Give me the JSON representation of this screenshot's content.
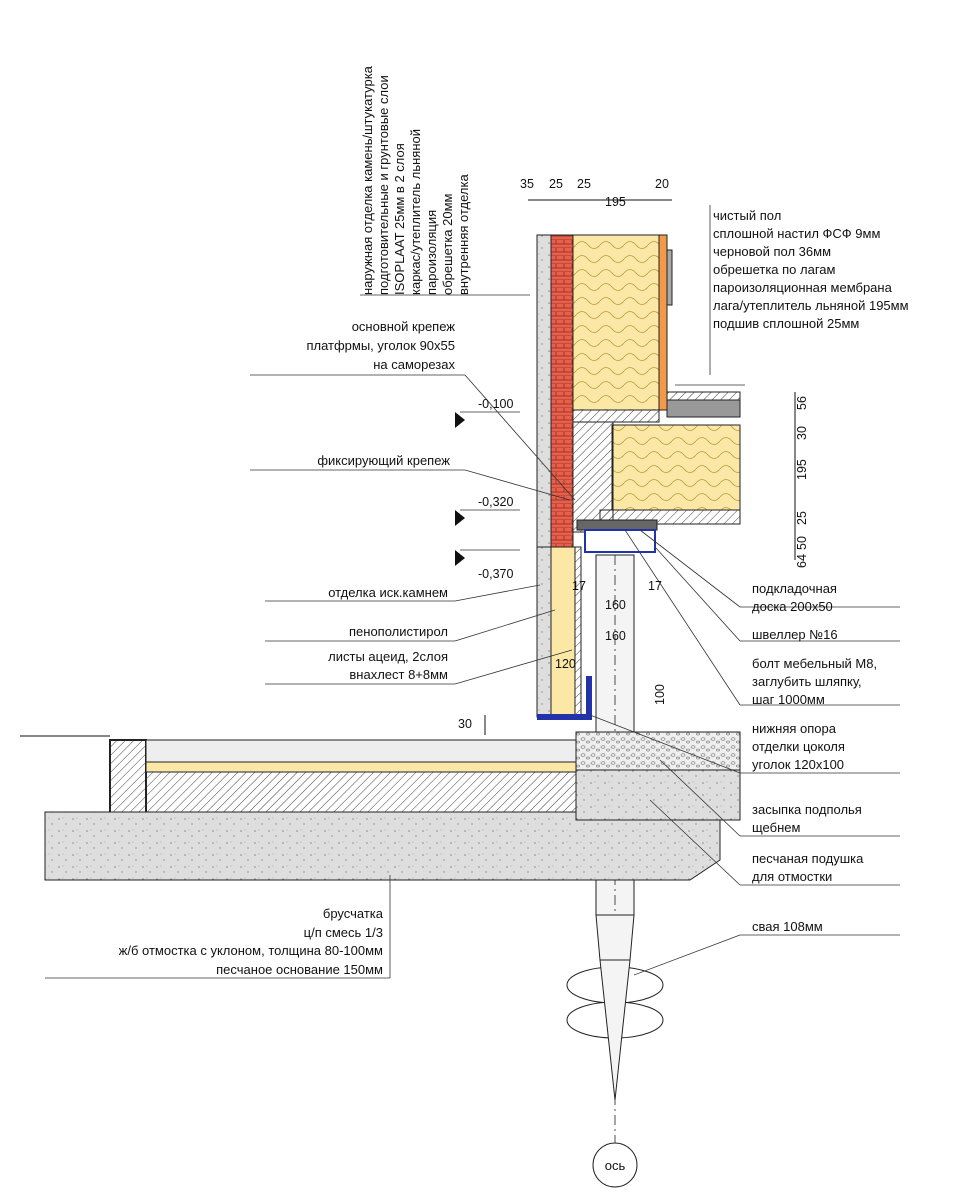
{
  "wall_layers": [
    "наружная отделка камень/штукатурка",
    "подготовительные и грунтовые слои",
    "ISOPLAAT 25мм в 2 слоя",
    "каркас/утеплитель льняной",
    "пароизоляция",
    "обрешетка 20мм",
    "внутренняя отделка"
  ],
  "top_dims": [
    "35",
    "25",
    "25",
    "195",
    "20"
  ],
  "floor_layers": [
    "чистый пол",
    "сплошной настил ФСФ 9мм",
    "черновой пол 36мм",
    "обрешетка по лагам",
    "пароизоляционная мембрана",
    "лага/утеплитель льняной 195мм",
    "подшив сплошной 25мм"
  ],
  "right_dims": [
    "56",
    "30",
    "195",
    "25",
    "50",
    "64"
  ],
  "left_labels": {
    "platform_fix": [
      "основной крепеж",
      "платфрмы, уголок 90х55",
      "на саморезах"
    ],
    "fixing": "фиксирующий крепеж",
    "stone": "отделка иск.камнем",
    "eps": "пенополистирол",
    "acid": [
      "листы ацеид, 2слоя",
      "внахлест 8+8мм"
    ]
  },
  "levels": [
    "-0,100",
    "-0,320",
    "-0,370"
  ],
  "plinth_dims": [
    "17",
    "17",
    "160",
    "160",
    "120",
    "100",
    "30"
  ],
  "right_labels": {
    "board": [
      "подкладочная",
      "доска 200х50"
    ],
    "channel": "швеллер №16",
    "bolt": [
      "болт мебельный М8,",
      "заглубить шляпку,",
      "шаг 1000мм"
    ],
    "support": [
      "нижняя опора",
      "отделки цоколя",
      "уголок 120х100"
    ],
    "backfill": [
      "засыпка подполья",
      "щебнем"
    ],
    "sand": [
      "песчаная подушка",
      "для отмостки"
    ],
    "pile": "свая 108мм"
  },
  "blind_area": [
    "брусчатка",
    "ц/п смесь 1/3",
    "ж/б отмостка с уклоном, толщина 80-100мм",
    "песчаное основание 150мм"
  ],
  "axis": "ось",
  "colors": {
    "brick": "#e8604c",
    "insulation": "#fbe8a6",
    "insulation_edge": "#f29a4a",
    "concrete": "#dcdcdc",
    "gravel": "#eeeeee",
    "pile": "#f4f4f4"
  }
}
